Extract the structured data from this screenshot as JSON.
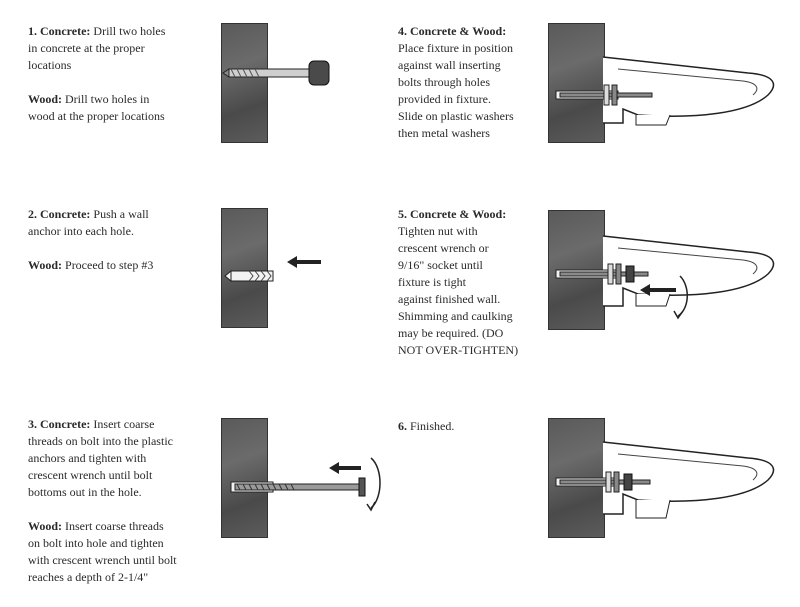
{
  "steps": [
    {
      "concrete_label": "1. Concrete:",
      "concrete_lines": [
        "Drill two holes",
        "in concrete at the proper",
        "locations"
      ],
      "wood_label": "Wood:",
      "wood_lines": [
        "Drill two holes in",
        "wood at the proper locations"
      ]
    },
    {
      "concrete_label": "2. Concrete:",
      "concrete_lines": [
        "Push a wall",
        "anchor into each hole."
      ],
      "wood_label": "Wood:",
      "wood_lines": [
        "Proceed to step #3"
      ]
    },
    {
      "concrete_label": "3. Concrete:",
      "concrete_lines": [
        "Insert coarse",
        "threads on bolt into the plastic",
        "anchors and tighten with",
        "crescent wrench until bolt",
        "bottoms out in the hole."
      ],
      "wood_label": "Wood:",
      "wood_lines": [
        "Insert coarse threads",
        "on bolt into hole and tighten",
        "with crescent wrench until bolt",
        "reaches a depth of 2-1/4\""
      ]
    },
    {
      "label": "4. Concrete & Wood:",
      "lines": [
        "Place fixture in position",
        "against wall inserting",
        "bolts through holes",
        "provided in fixture.",
        "Slide on plastic washers",
        "then metal washers"
      ]
    },
    {
      "label": "5. Concrete & Wood:",
      "lines": [
        "Tighten nut with",
        "crescent wrench or",
        "9/16\" socket until",
        "fixture is tight",
        "against finished wall.",
        "Shimming and caulking",
        "may be required. (DO",
        "NOT OVER-TIGHTEN)"
      ]
    },
    {
      "label": "6.",
      "lines": [
        "Finished."
      ]
    }
  ]
}
